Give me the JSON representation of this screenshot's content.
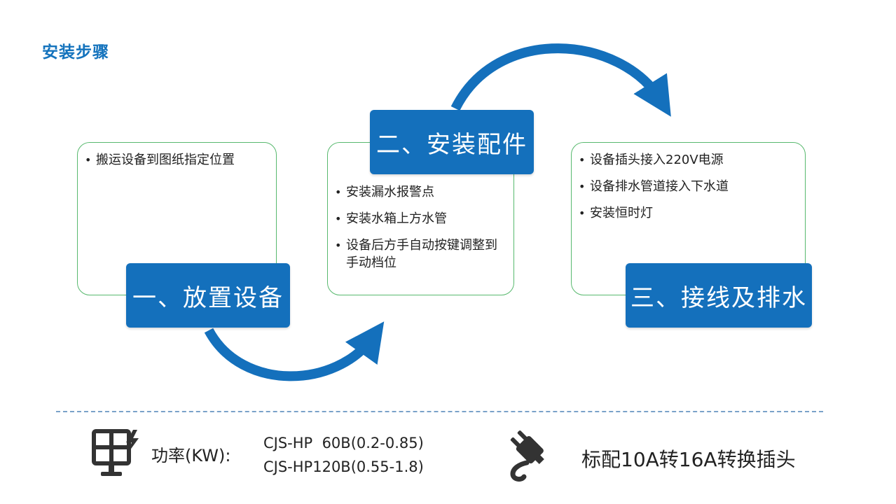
{
  "title": "安装步骤",
  "steps": [
    {
      "label": "一、放置设备",
      "items": [
        "搬运设备到图纸指定位置"
      ]
    },
    {
      "label": "二、安装配件",
      "items": [
        "安装漏水报警点",
        "安装水箱上方水管",
        "设备后方手自动按键调整到手动档位"
      ]
    },
    {
      "label": "三、接线及排水",
      "items": [
        "设备插头接入220V电源",
        "设备排水管道接入下水道",
        "安装恒时灯"
      ]
    }
  ],
  "footer": {
    "power_label": "功率(KW):",
    "models": [
      "CJS-HP  60B(0.2-0.85)",
      "CJS-HP120B(0.55-1.8)"
    ],
    "plug_text": "标配10A转16A转换插头"
  },
  "icons": {
    "power": "solar-panel-lightning-icon",
    "plug": "power-plug-icon"
  },
  "colors": {
    "accent": "#1470bc",
    "card_border": "#58b96e",
    "title": "#1473bd"
  }
}
